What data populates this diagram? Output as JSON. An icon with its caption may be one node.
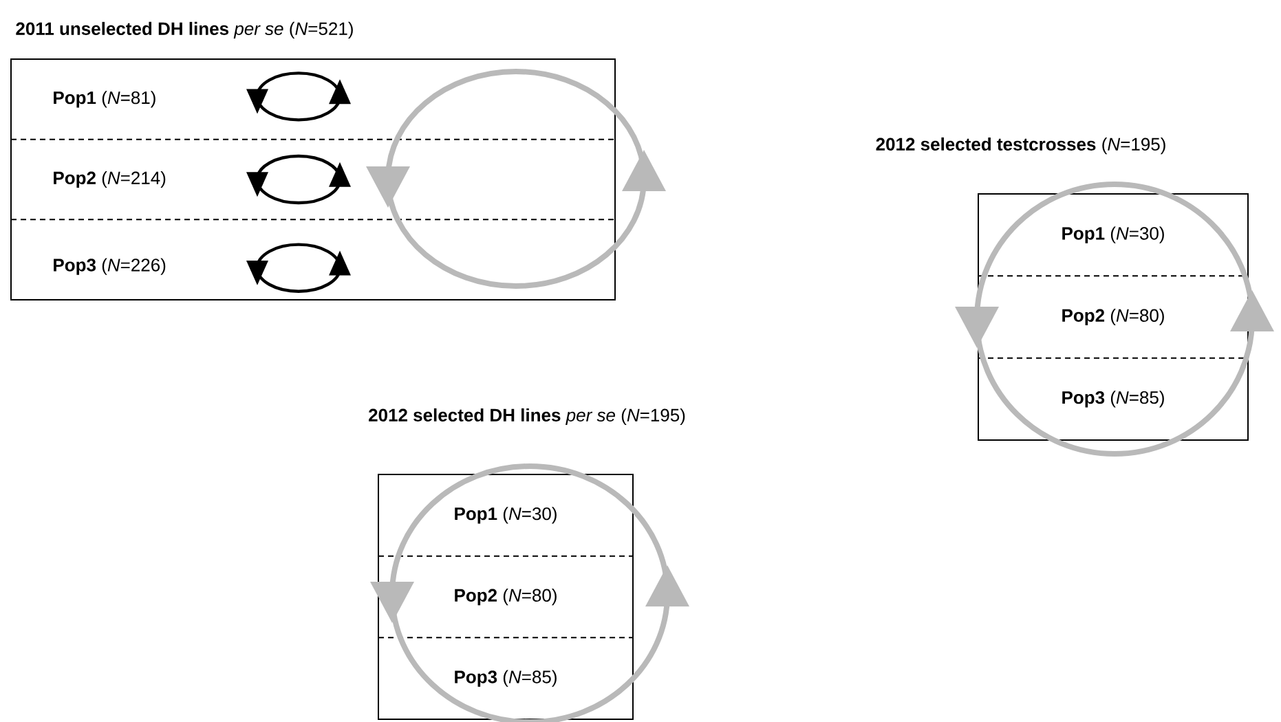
{
  "diagram": {
    "nodes": [
      {
        "text": [
          "**2011 unselected DH lines** *per se* (*N*=521)"
        ]
      },
      {
        "text": [
          "**Pop1** (*N*=81)"
        ],
        "in": 0
      },
      {
        "text": [
          "**Pop2** (*N*=214)"
        ],
        "in": 0
      },
      {
        "text": [
          "**Pop3** (*N*=226)"
        ],
        "in": 0
      },
      {
        "text": [
          "**2012 selected testcrosses** (*N*=195)"
        ]
      },
      {
        "text": [
          "**Pop1** (*N*=30)"
        ],
        "in": 4
      },
      {
        "text": [
          "**Pop2** (*N*=80)"
        ],
        "in": 4
      },
      {
        "text": [
          "**Pop3** (*N*=85)"
        ],
        "in": 4
      },
      {
        "text": [
          "**2012 selected DH lines** *per se* (*N*=195)"
        ]
      },
      {
        "text": [
          "**Pop1** (*N*=30)"
        ],
        "in": 8
      },
      {
        "text": [
          "**Pop2** (*N*=80)"
        ],
        "in": 8
      },
      {
        "text": [
          "**Pop3** (*N*=85)"
        ],
        "in": 8
      }
    ]
  }
}
